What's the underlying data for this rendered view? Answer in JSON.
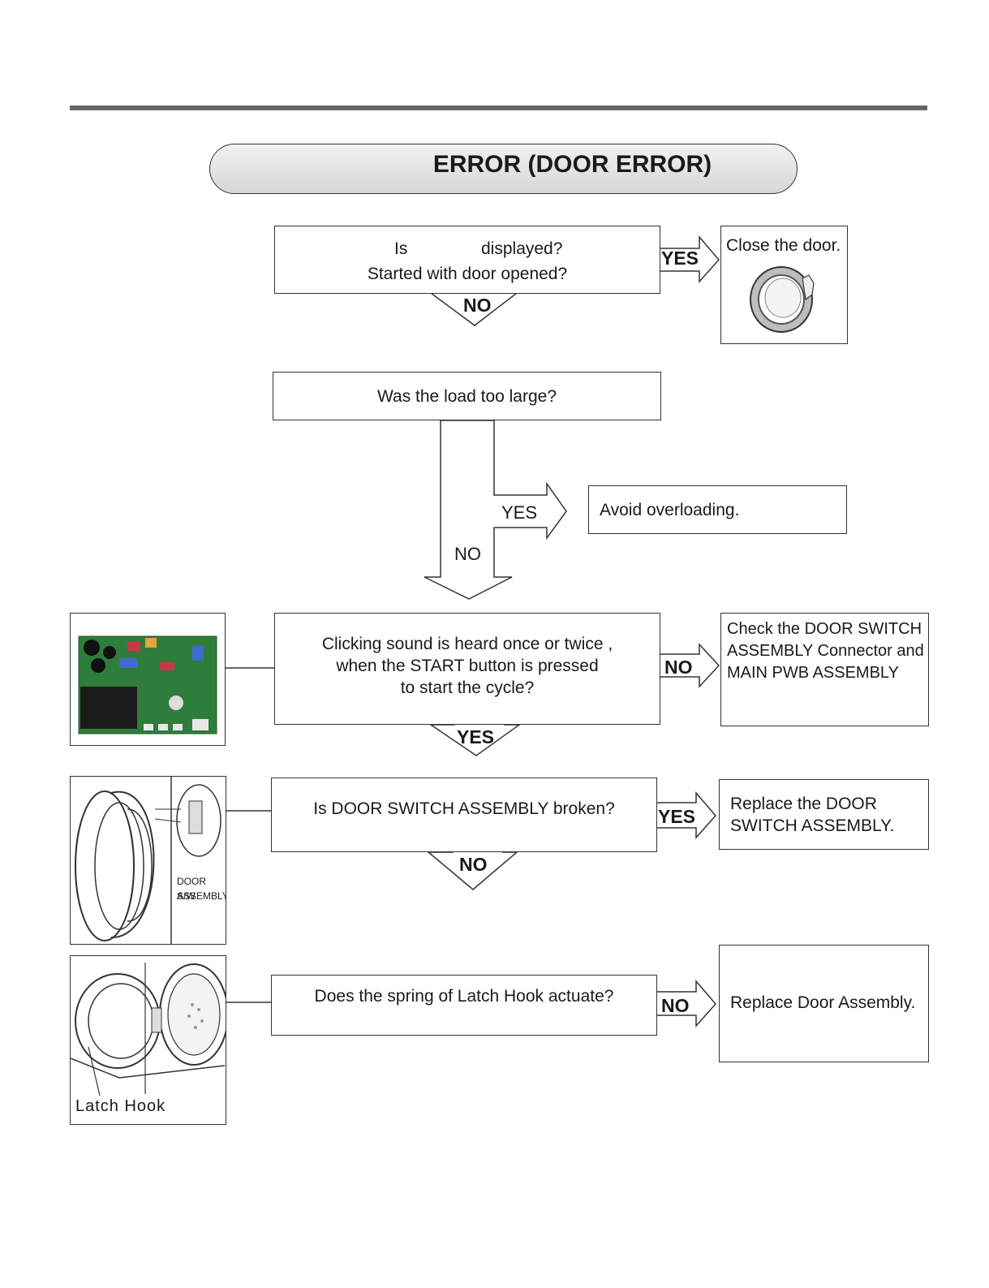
{
  "title": "ERROR (DOOR ERROR)",
  "step1": {
    "line1_left": "Is",
    "line1_right": "displayed?",
    "line2": "Started with door opened?",
    "yes_label": "YES",
    "no_label": "NO",
    "yes_action": "Close the door."
  },
  "step2": {
    "question": "Was the load too large?",
    "yes_label": "YES",
    "no_label": "NO",
    "yes_action": "Avoid overloading."
  },
  "step3": {
    "lines": [
      "Clicking sound is heard once or twice ,",
      "when the START button is pressed",
      "to start the cycle?"
    ],
    "no_label": "NO",
    "yes_label": "YES",
    "no_action": [
      "Check the DOOR SWITCH",
      "ASSEMBLY Connector and",
      "MAIN PWB ASSEMBLY"
    ]
  },
  "step4": {
    "question": "Is DOOR SWITCH ASSEMBLY broken?",
    "yes_label": "YES",
    "no_label": "NO",
    "yes_action": [
      "Replace the DOOR",
      "SWITCH ASSEMBLY."
    ],
    "image_caption": [
      "DOOR S/W",
      "ASSEMBLY"
    ]
  },
  "step5": {
    "question": "Does the spring of Latch Hook actuate?",
    "no_label": "NO",
    "no_action": "Replace Door Assembly.",
    "image_caption": "Latch Hook"
  }
}
